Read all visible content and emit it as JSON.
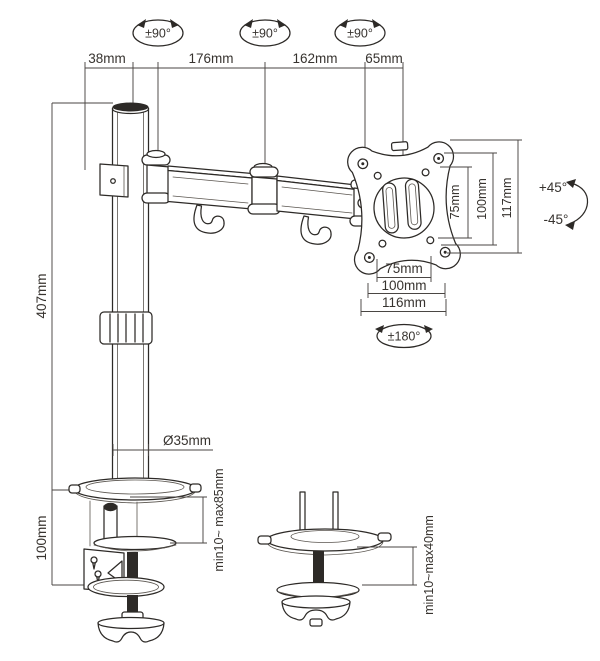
{
  "colors": {
    "background": "#ffffff",
    "line": "#2d2a27",
    "text": "#37332f"
  },
  "top": {
    "rotation1": "±90°",
    "rotation2": "±90°",
    "rotation3": "±90°",
    "dim_offset": "38mm",
    "dim_segment1": "176mm",
    "dim_segment2": "162mm",
    "dim_head": "65mm"
  },
  "pole": {
    "height": "407mm",
    "diameter": "Ø35mm"
  },
  "vesa": {
    "v75": "75mm",
    "v100": "100mm",
    "v117": "117mm",
    "h75": "75mm",
    "h100": "100mm",
    "h116": "116mm",
    "rotation": "±180°",
    "tilt_up": "+45°",
    "tilt_down": "-45°"
  },
  "base": {
    "height": "100mm",
    "clamp_range": "min10~ max85mm",
    "grommet_range": "min10~max40mm"
  }
}
